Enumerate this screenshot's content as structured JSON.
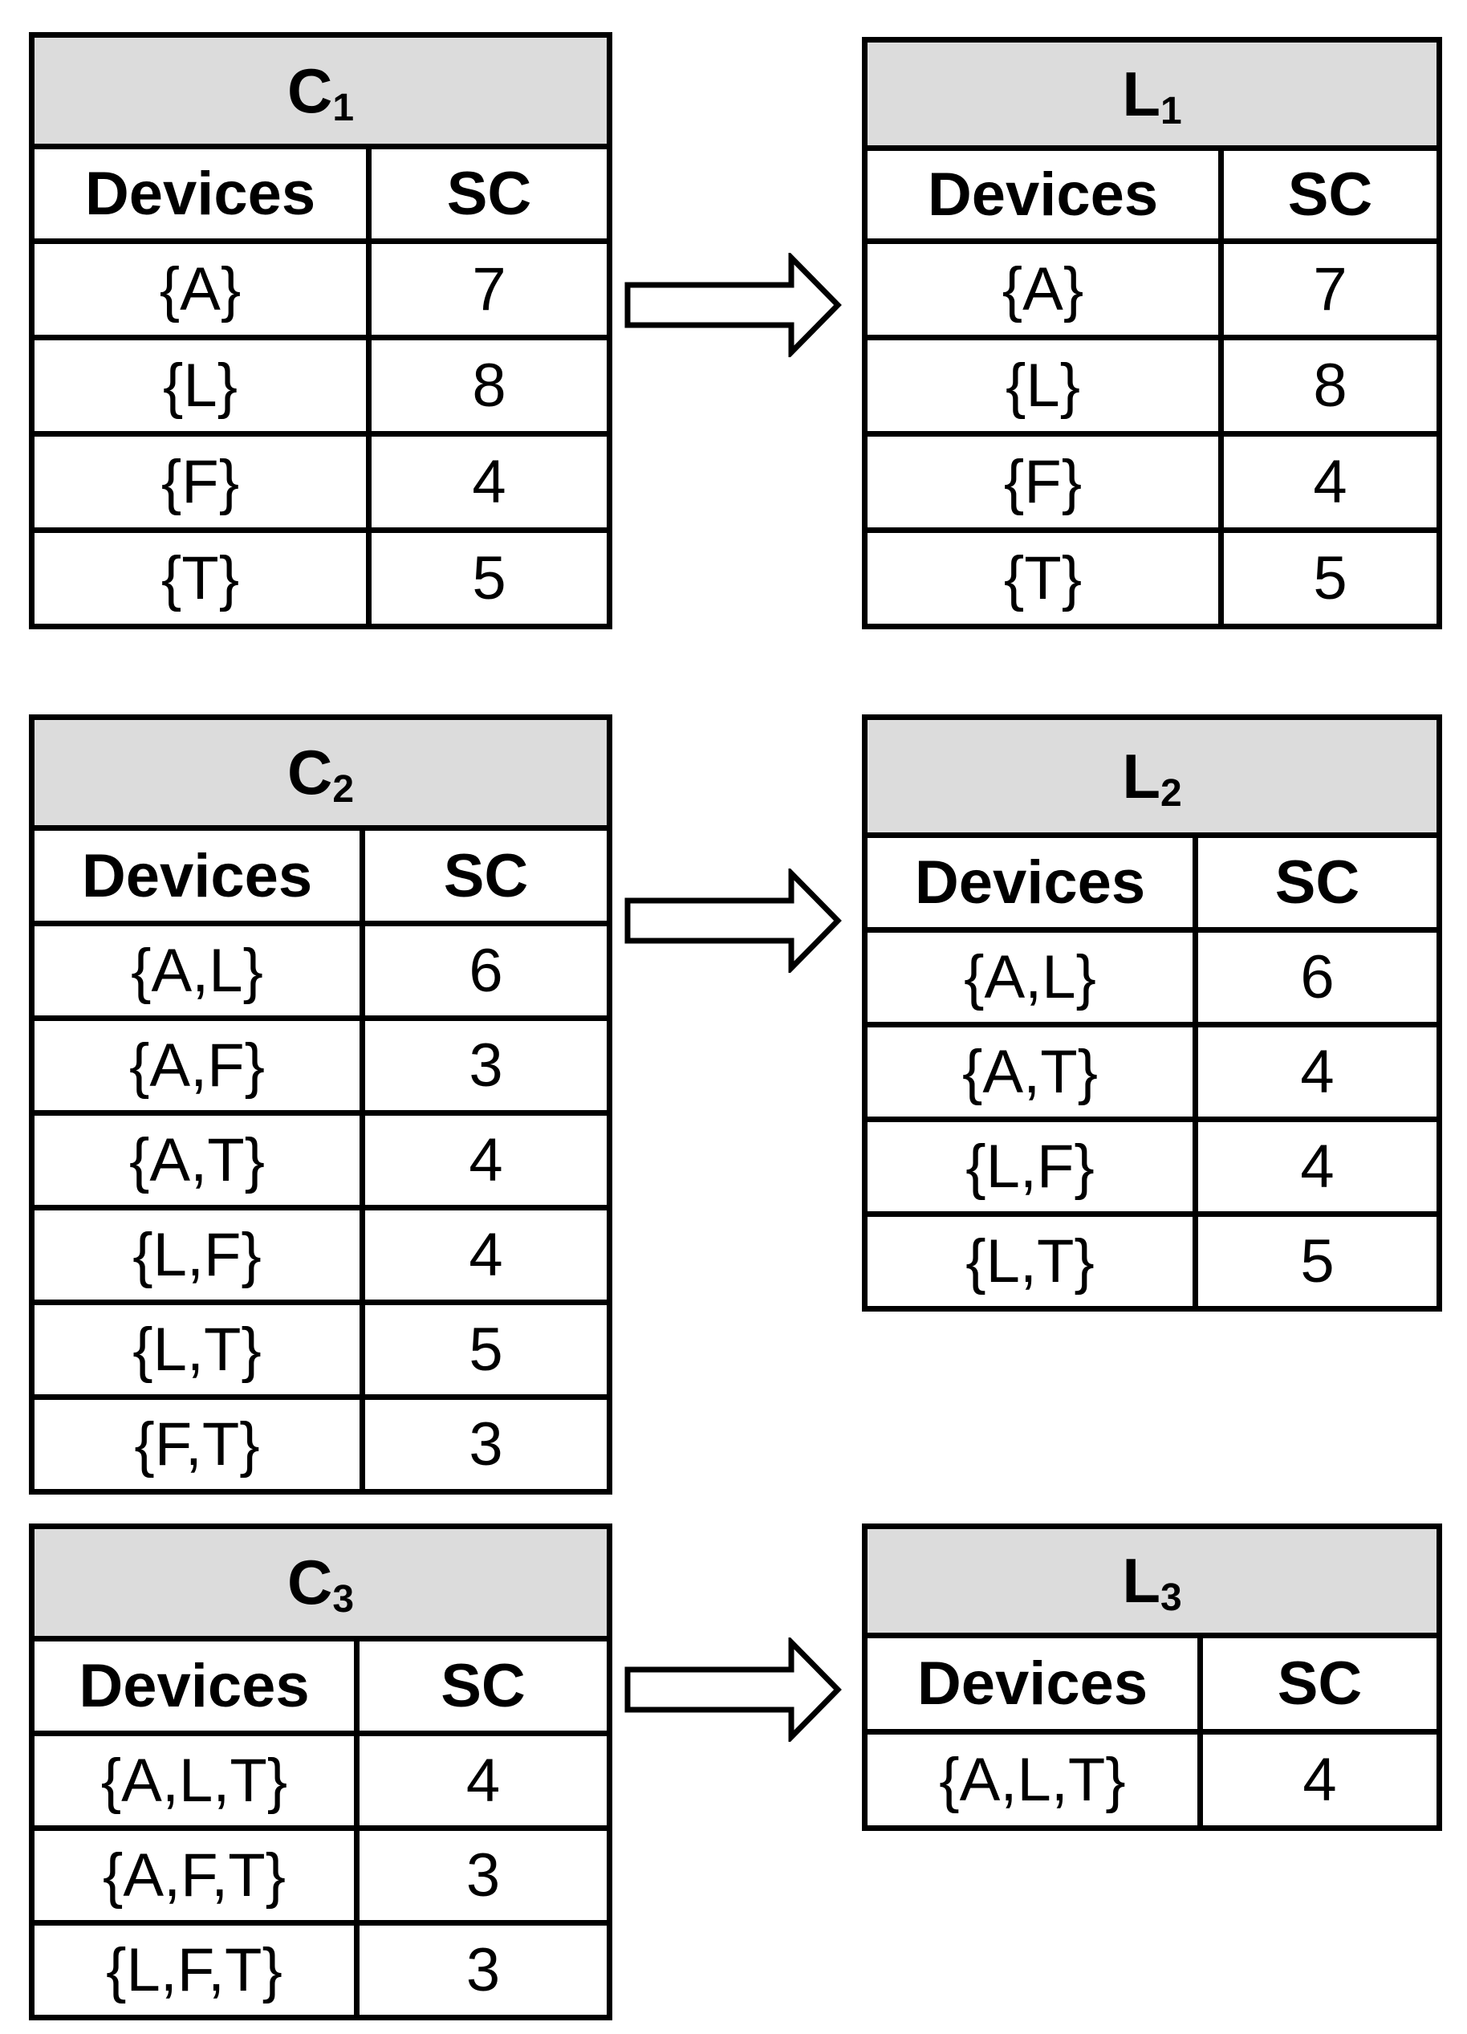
{
  "tables": {
    "c1": {
      "letter": "C",
      "index": "1",
      "headers": [
        "Devices",
        "SC"
      ],
      "rows": [
        [
          "{A}",
          "7"
        ],
        [
          "{L}",
          "8"
        ],
        [
          "{F}",
          "4"
        ],
        [
          "{T}",
          "5"
        ]
      ]
    },
    "l1": {
      "letter": "L",
      "index": "1",
      "headers": [
        "Devices",
        "SC"
      ],
      "rows": [
        [
          "{A}",
          "7"
        ],
        [
          "{L}",
          "8"
        ],
        [
          "{F}",
          "4"
        ],
        [
          "{T}",
          "5"
        ]
      ]
    },
    "c2": {
      "letter": "C",
      "index": "2",
      "headers": [
        "Devices",
        "SC"
      ],
      "rows": [
        [
          "{A,L}",
          "6"
        ],
        [
          "{A,F}",
          "3"
        ],
        [
          "{A,T}",
          "4"
        ],
        [
          "{L,F}",
          "4"
        ],
        [
          "{L,T}",
          "5"
        ],
        [
          "{F,T}",
          "3"
        ]
      ]
    },
    "l2": {
      "letter": "L",
      "index": "2",
      "headers": [
        "Devices",
        "SC"
      ],
      "rows": [
        [
          "{A,L}",
          "6"
        ],
        [
          "{A,T}",
          "4"
        ],
        [
          "{L,F}",
          "4"
        ],
        [
          "{L,T}",
          "5"
        ]
      ]
    },
    "c3": {
      "letter": "C",
      "index": "3",
      "headers": [
        "Devices",
        "SC"
      ],
      "rows": [
        [
          "{A,L,T}",
          "4"
        ],
        [
          "{A,F,T}",
          "3"
        ],
        [
          "{L,F,T}",
          "3"
        ]
      ]
    },
    "l3": {
      "letter": "L",
      "index": "3",
      "headers": [
        "Devices",
        "SC"
      ],
      "rows": [
        [
          "{A,L,T}",
          "4"
        ]
      ]
    }
  }
}
